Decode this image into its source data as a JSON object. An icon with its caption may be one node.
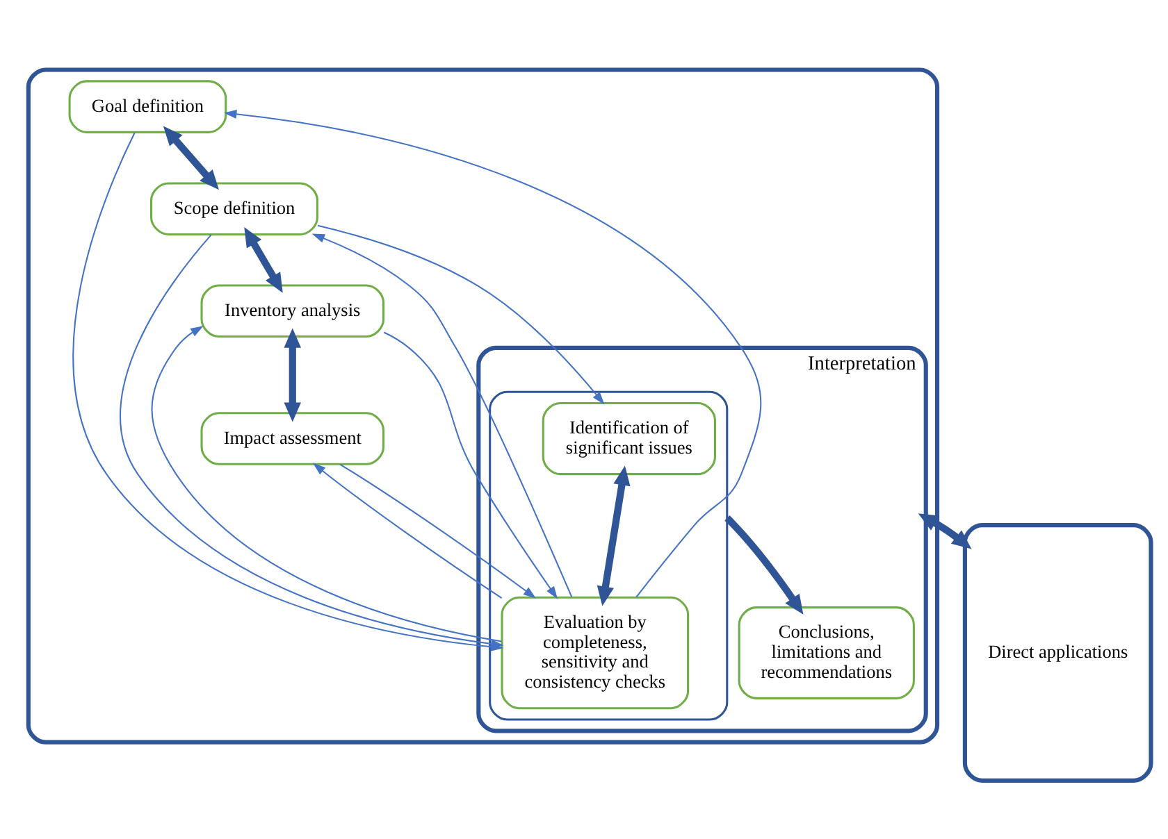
{
  "diagram": {
    "nodes": [
      {
        "text": [],
        "shape": "box"
      },
      {
        "text": [
          "Goal definition"
        ],
        "in": 0
      },
      {
        "text": [
          "Scope definition"
        ],
        "in": 0
      },
      {
        "text": [
          "Inventory analysis"
        ],
        "in": 0
      },
      {
        "text": [
          "Impact assessment"
        ],
        "in": 0
      },
      {
        "text": [
          "Interpretation"
        ],
        "in": 0
      },
      {
        "text": [],
        "shape": "box",
        "in": 5
      },
      {
        "text": [
          "Identification of significant issues"
        ],
        "in": 6
      },
      {
        "text": [
          "Evaluation by completeness, sensitivity and consistency checks"
        ],
        "in": 6
      },
      {
        "text": [
          "Conclusions, limitations and recommendations"
        ],
        "in": 5
      },
      {
        "text": [
          "Direct applications"
        ]
      }
    ],
    "edges": [
      {
        "from": 1,
        "to": 2,
        "arrow": "both",
        "style": "thick",
        "color": "#2f5597"
      },
      {
        "from": 2,
        "to": 3,
        "arrow": "both",
        "style": "thick",
        "color": "#2f5597"
      },
      {
        "from": 3,
        "to": 4,
        "arrow": "both",
        "style": "thick",
        "color": "#2f5597"
      },
      {
        "from": 1,
        "to": 8,
        "arrow": "to"
      },
      {
        "from": 2,
        "to": 8,
        "arrow": "to"
      },
      {
        "from": 3,
        "to": 8,
        "arrow": "to"
      },
      {
        "from": 4,
        "to": 8,
        "arrow": "to"
      },
      {
        "from": 2,
        "to": 7,
        "arrow": "to"
      },
      {
        "from": 7,
        "to": 8,
        "arrow": "both",
        "style": "thick",
        "color": "#2f5597"
      },
      {
        "from": 6,
        "to": 9,
        "arrow": "to",
        "style": "thick",
        "color": "#2f5597"
      },
      {
        "from": 8,
        "to": 1,
        "arrow": "to"
      },
      {
        "from": 8,
        "to": 2,
        "arrow": "to"
      },
      {
        "from": 8,
        "to": 3,
        "arrow": "to"
      },
      {
        "from": 8,
        "to": 4,
        "arrow": "to"
      },
      {
        "from": 5,
        "to": 10,
        "arrow": "both",
        "style": "thick",
        "color": "#2f5597"
      }
    ]
  }
}
